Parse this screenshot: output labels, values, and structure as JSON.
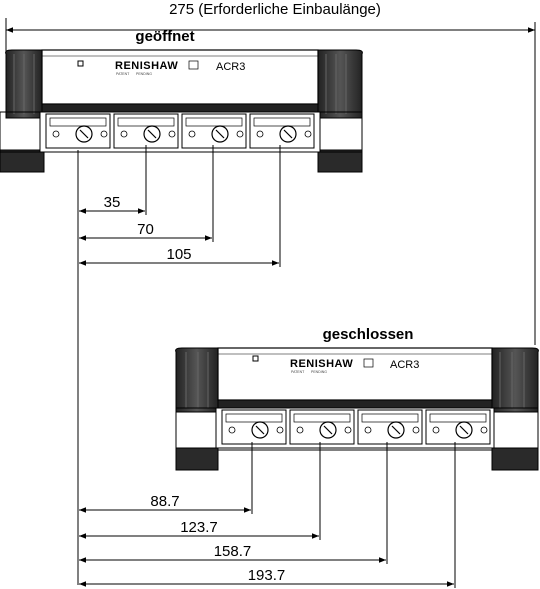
{
  "total_length_label": "275 (Erforderliche Einbaulänge)",
  "units": {
    "open": {
      "state_label": "geöffnet",
      "brand": "RENISHAW",
      "model": "ACR3",
      "small_print_1": "PATENT",
      "small_print_2": "PENDING",
      "port_count": 4,
      "dimensions": [
        "35",
        "70",
        "105"
      ]
    },
    "closed": {
      "state_label": "geschlossen",
      "brand": "RENISHAW",
      "model": "ACR3",
      "small_print_1": "PATENT",
      "small_print_2": "PENDING",
      "port_count": 4,
      "dimensions": [
        "88.7",
        "123.7",
        "158.7",
        "193.7"
      ]
    }
  },
  "icons": {
    "end_cap": "rubber-end-cap-icon",
    "port": "port-screw-icon",
    "arrow": "dimension-arrow-icon"
  },
  "colors": {
    "line": "#000000",
    "cap": "#3a3a3a",
    "background": "#ffffff"
  }
}
